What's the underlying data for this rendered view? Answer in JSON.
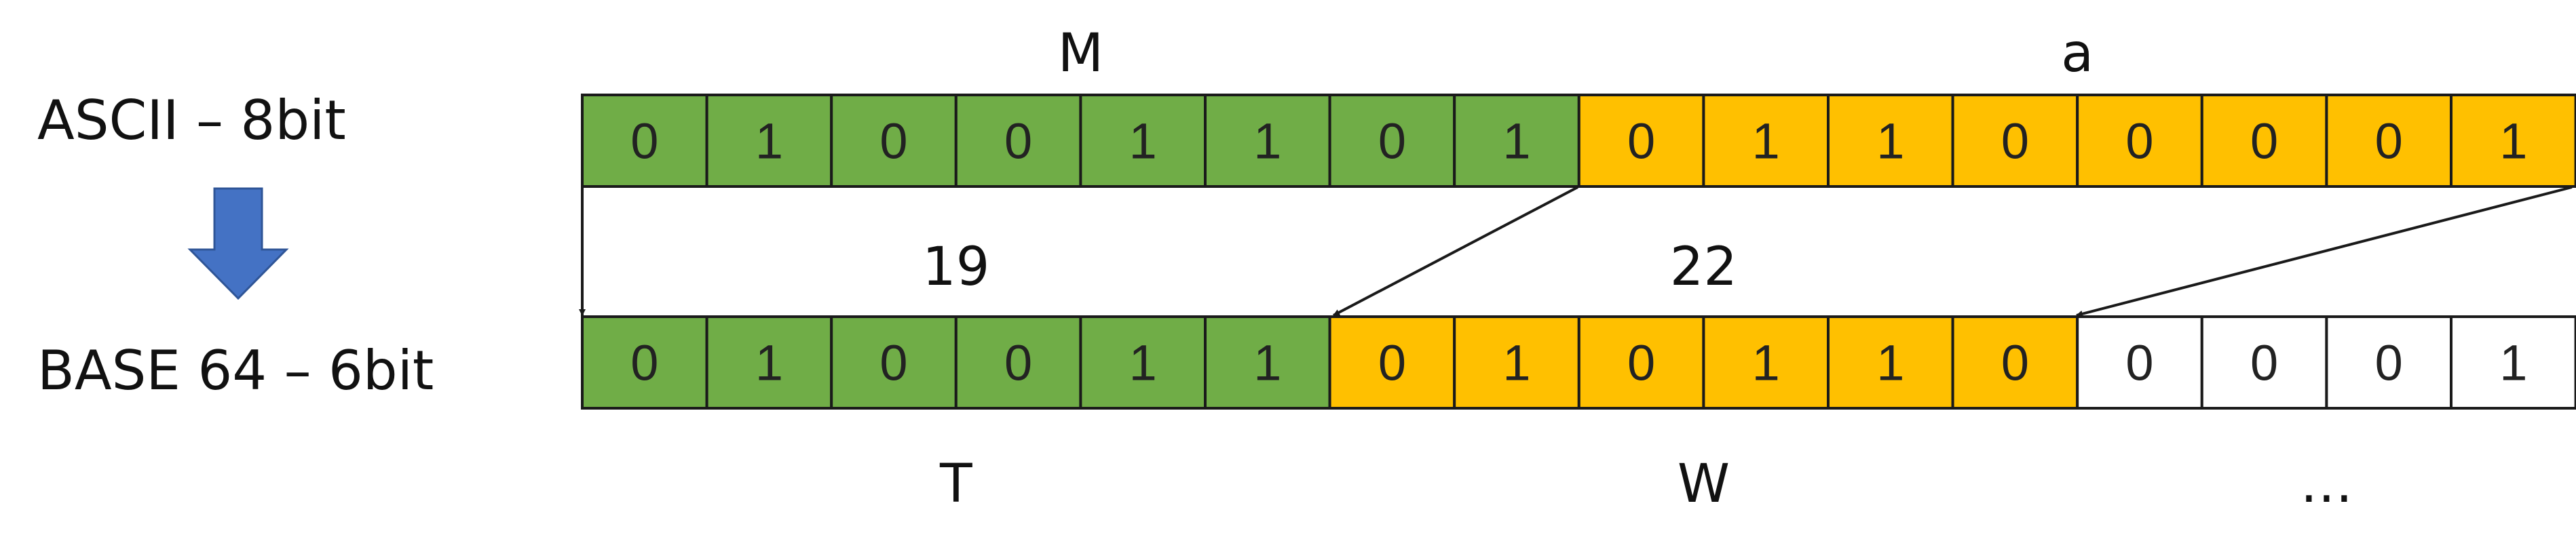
{
  "labels": {
    "ascii": "ASCII – 8bit",
    "base64": "BASE 64 – 6bit"
  },
  "colors": {
    "green": "#70AD47",
    "yellow": "#FFC000",
    "white": "#FFFFFF",
    "arrow_blue": "#4472C4"
  },
  "ascii_row": {
    "groups": [
      {
        "char": "M",
        "color": "green",
        "bits": [
          "0",
          "1",
          "0",
          "0",
          "1",
          "1",
          "0",
          "1"
        ]
      },
      {
        "char": "a",
        "color": "yellow",
        "bits": [
          "0",
          "1",
          "1",
          "0",
          "0",
          "0",
          "0",
          "1"
        ]
      }
    ]
  },
  "base64_row": {
    "groups": [
      {
        "value": "19",
        "char": "T",
        "color": "green",
        "bits": [
          "0",
          "1",
          "0",
          "0",
          "1",
          "1"
        ]
      },
      {
        "value": "22",
        "char": "W",
        "color": "yellow",
        "bits": [
          "0",
          "1",
          "0",
          "1",
          "1",
          "0"
        ]
      },
      {
        "value": "",
        "char": "…",
        "color": "white",
        "bits": [
          "0",
          "0",
          "0",
          "1"
        ]
      }
    ]
  },
  "icons": {
    "conversion_arrow": "down-arrow-icon"
  }
}
